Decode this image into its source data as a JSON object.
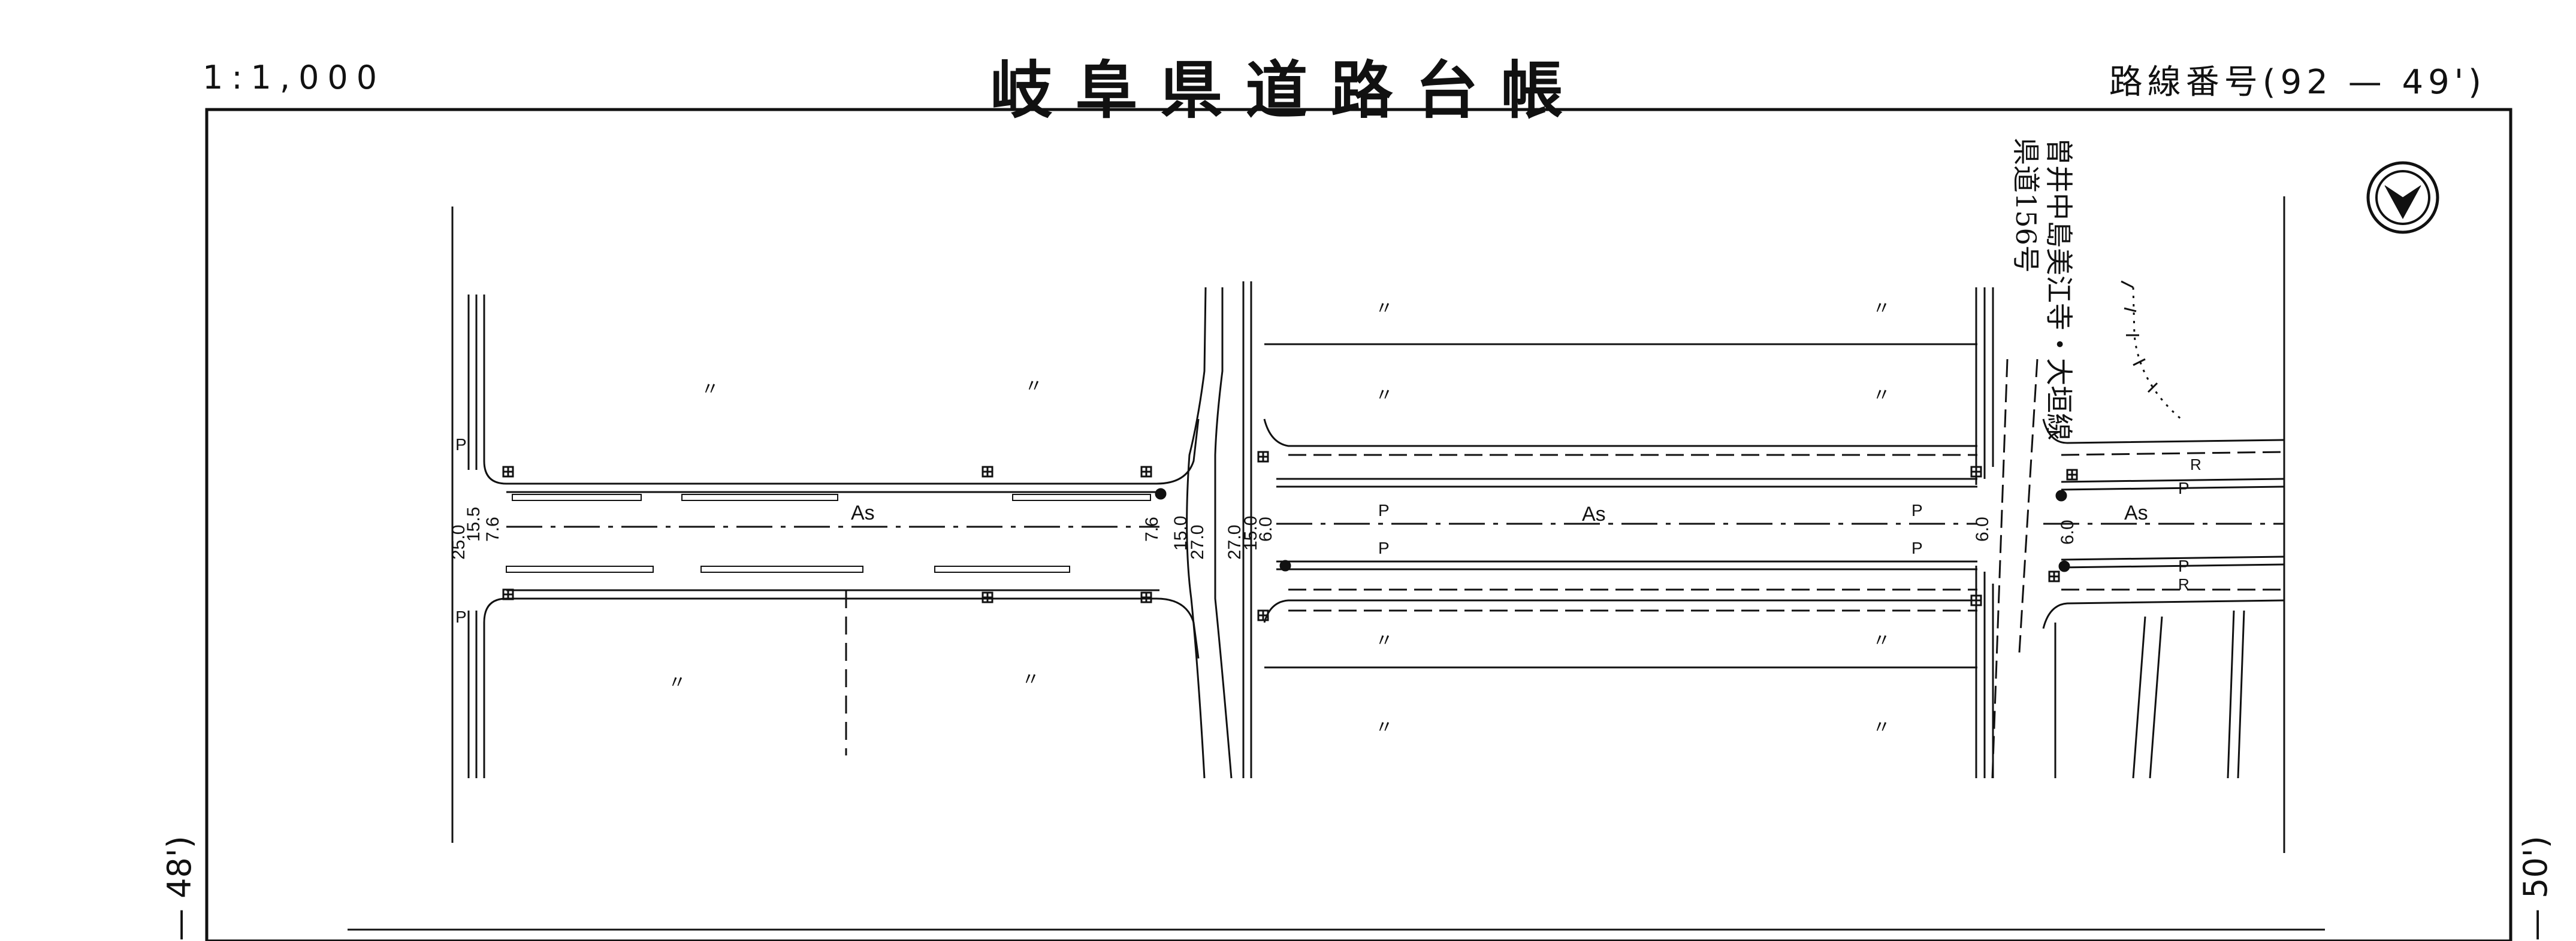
{
  "header": {
    "scale": "1:1,000",
    "title": "岐阜県道路台帳",
    "route_number": "路線番号(92 — 49')"
  },
  "side_refs": {
    "left": "— 48')",
    "right": "— 50')"
  },
  "crossing_road": {
    "line1": "県道156号",
    "line2": "曽井中島美江寺・大垣線"
  },
  "labels": {
    "surface": "As",
    "parking": "P",
    "rice_field": "〃",
    "ditch": "R",
    "dims": {
      "w1": "25.0",
      "w2": "15.5",
      "w3": "7.6",
      "w4": "7.6",
      "w5": "15.0",
      "w6": "27.0",
      "w7": "27.0",
      "w8": "15.0",
      "w9": "6.0",
      "w10": "6.0",
      "w11": "6.0"
    }
  },
  "icons": {
    "north": "north-arrow-icon",
    "drain": "drain-grate-icon",
    "pole": "utility-pole-icon"
  }
}
